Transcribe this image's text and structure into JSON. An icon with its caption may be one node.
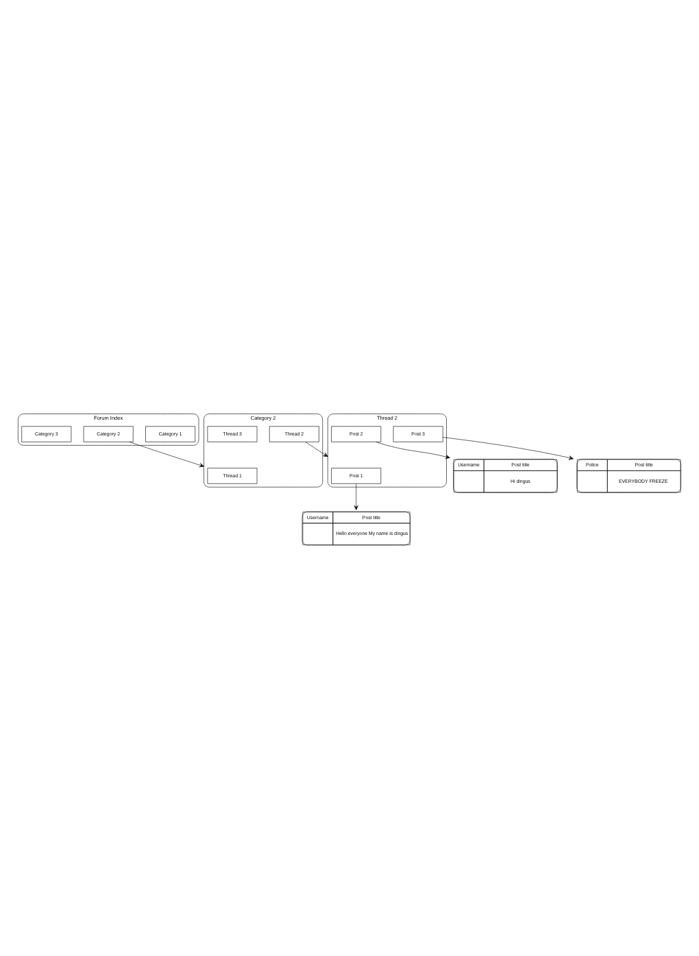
{
  "diagram": {
    "nodes": [
      {
        "text": [
          "Forum Index"
        ]
      },
      {
        "text": [
          "Category 1"
        ],
        "in": 0
      },
      {
        "text": [
          "Category 2"
        ],
        "in": 0
      },
      {
        "text": [
          "Category 3"
        ],
        "in": 0
      },
      {
        "text": [
          "Category 2"
        ]
      },
      {
        "text": [
          "Thread 1"
        ],
        "in": 4
      },
      {
        "text": [
          "Thread 2"
        ],
        "in": 4
      },
      {
        "text": [
          "Thread 3"
        ],
        "in": 4
      },
      {
        "text": [
          "Thread 2"
        ]
      },
      {
        "text": [
          "Post 1"
        ],
        "in": 8
      },
      {
        "text": [
          "Post 2"
        ],
        "in": 8
      },
      {
        "text": [
          "Post 3"
        ],
        "in": 8
      },
      {
        "text": [
          "Username",
          "Post title",
          "Hello everyone My name is dingus"
        ]
      },
      {
        "text": [
          "Username",
          "Post title",
          "Hi dingus"
        ]
      },
      {
        "text": [
          "Police",
          "Post title",
          "EVERYBODY FREEZE"
        ]
      }
    ],
    "edges": [
      {
        "from": 2,
        "to": 4,
        "arrow": "to"
      },
      {
        "from": 6,
        "to": 8,
        "arrow": "to"
      },
      {
        "from": 9,
        "to": 12,
        "arrow": "to"
      },
      {
        "from": 10,
        "to": 13,
        "arrow": "to"
      },
      {
        "from": 11,
        "to": 14,
        "arrow": "to"
      }
    ]
  }
}
